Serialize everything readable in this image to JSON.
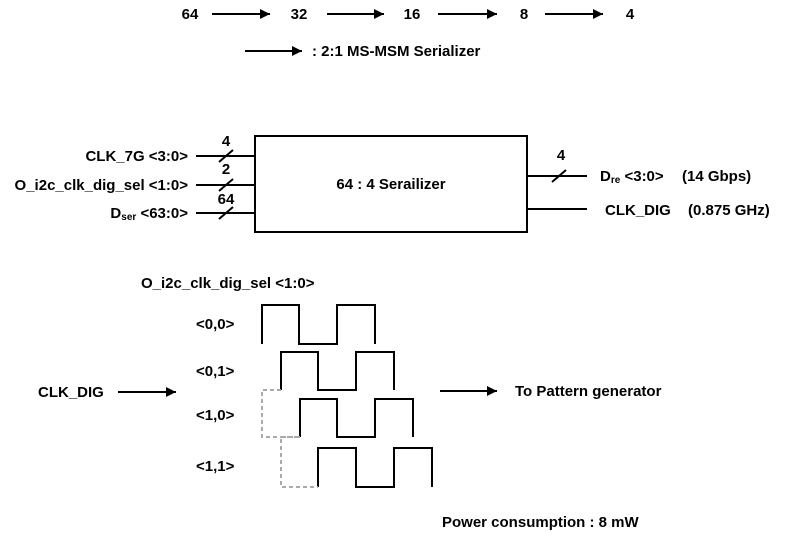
{
  "chain": {
    "stages": [
      "64",
      "32",
      "16",
      "8",
      "4"
    ],
    "legend_label": ": 2:1 MS-MSM Serializer"
  },
  "block": {
    "title": "64 : 4 Serailizer",
    "inputs": [
      {
        "id": "clk7g",
        "label": "CLK_7G <3:0>",
        "width": "4"
      },
      {
        "id": "clksel",
        "label": "O_i2c_clk_dig_sel <1:0>",
        "width": "2"
      },
      {
        "id": "dser",
        "label_main": "D",
        "label_sub": "ser",
        "label_tail": " <63:0>",
        "width": "64"
      }
    ],
    "outputs": [
      {
        "id": "dre",
        "label_main": "D",
        "label_sub": "re",
        "label_tail": " <3:0>",
        "width": "4",
        "note": "(14 Gbps)"
      },
      {
        "id": "clkdig",
        "label": "CLK_DIG",
        "note": "(0.875 GHz)"
      }
    ]
  },
  "clock_select": {
    "header": "O_i2c_clk_dig_sel <1:0>",
    "input_label": "CLK_DIG",
    "output_label": "To Pattern generator",
    "phases": [
      "<0,0>",
      "<0,1>",
      "<1,0>",
      "<1,1>"
    ]
  },
  "footer": {
    "power": "Power consumption : 8 mW"
  },
  "colors": {
    "line": "#000000",
    "dashed": "#aaaaaa"
  }
}
